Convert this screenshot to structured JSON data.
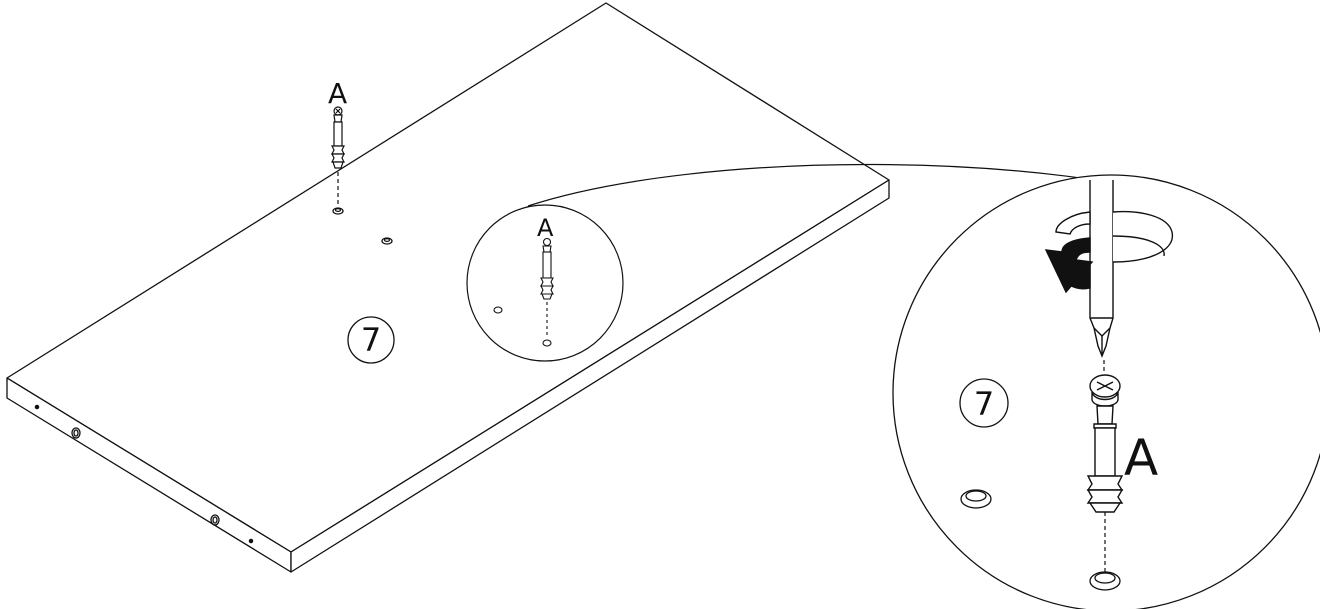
{
  "diagram": {
    "part_label": "A",
    "part_label_zoom": "A",
    "part_label_detail": "A",
    "panel_number": "7",
    "panel_number_detail": "7",
    "colors": {
      "line": "#111111",
      "background": "#ffffff",
      "arrow_fill": "#111111"
    }
  }
}
